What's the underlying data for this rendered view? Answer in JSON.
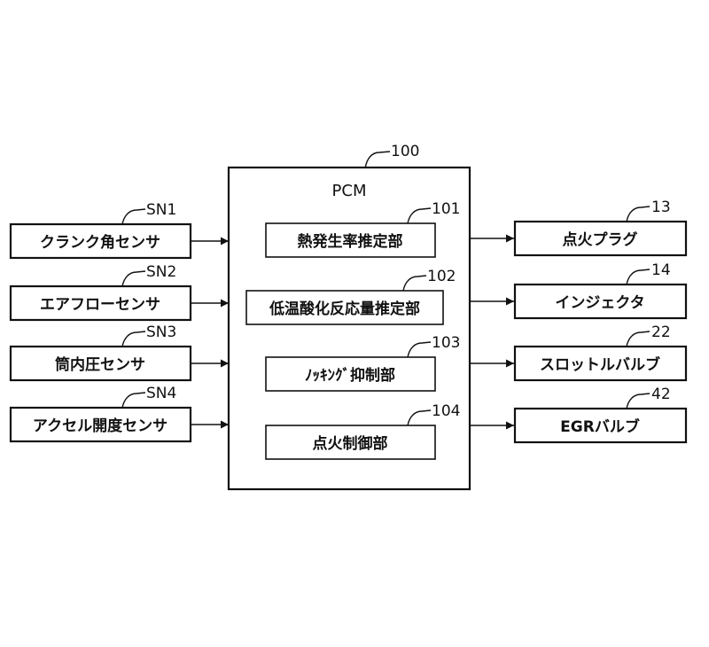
{
  "pcm": {
    "ref": "100",
    "title": "PCM"
  },
  "modules": [
    {
      "ref": "101",
      "label": "熱発生率推定部"
    },
    {
      "ref": "102",
      "label": "低温酸化反応量推定部"
    },
    {
      "ref": "103",
      "label": "ﾉｯｷﾝｸﾞ抑制部"
    },
    {
      "ref": "104",
      "label": "点火制御部"
    }
  ],
  "sensors": [
    {
      "ref": "SN1",
      "label": "クランク角センサ"
    },
    {
      "ref": "SN2",
      "label": "エアフローセンサ"
    },
    {
      "ref": "SN3",
      "label": "筒内圧センサ"
    },
    {
      "ref": "SN4",
      "label": "アクセル開度センサ"
    }
  ],
  "actuators": [
    {
      "ref": "13",
      "label": "点火プラグ"
    },
    {
      "ref": "14",
      "label": "インジェクタ"
    },
    {
      "ref": "22",
      "label": "スロットルバルブ"
    },
    {
      "ref": "42",
      "label": "EGRバルブ"
    }
  ]
}
